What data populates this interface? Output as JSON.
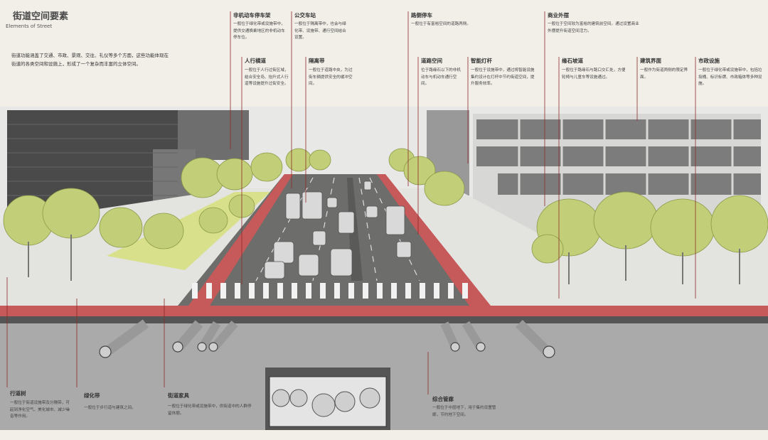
{
  "header": {
    "title_zh": "街道空间要素",
    "title_en": "Elements of Street",
    "intro": "街道功能涵盖了交通、市政、景观、交往、礼仪等多个方面，这些功能体现在街道的各类空间和设施上，形成了一个复杂而丰富的立体空间。"
  },
  "top_labels": [
    {
      "id": "bike-parking",
      "name": "非机动车停车架",
      "desc": "一般位于绿化带或设施带中，提供交通换乘地区的非机动车停车位。"
    },
    {
      "id": "bus-stop",
      "name": "公交车站",
      "desc": "一般位于隔离带中，也会与绿化带、设施带、通行空间结合设置。"
    },
    {
      "id": "roadside-parking",
      "name": "路侧停车",
      "desc": "一般位于有富裕空间的道路两侧。"
    },
    {
      "id": "commercial-extension",
      "name": "商业外摆",
      "desc": "一般位于空间较为富裕的建筑前空间。通过设置商业外摆提升街道空间活力。"
    }
  ],
  "mid_labels": [
    {
      "id": "crosswalk",
      "name": "人行横道",
      "desc": "一般位于人行过街区域，结合安全岛、抬升式人行道等设施提升过街安全。"
    },
    {
      "id": "median",
      "name": "隔离带",
      "desc": "一般位于道路中央，为过街车辆提供安全的缓冲空间。"
    },
    {
      "id": "road-space",
      "name": "道路空间",
      "desc": "位于路缘石以下的非机动车与机动车通行空间。"
    },
    {
      "id": "smart-pole",
      "name": "智能灯杆",
      "desc": "一般位于设施带中，通过将智能设施集约设计在灯杆中节约街道空间，提升服务效率。"
    },
    {
      "id": "curb-ramp",
      "name": "缘石坡道",
      "desc": "一般位于路缘石与路口交汇处，方便轮椅与儿童车等设施通过。"
    },
    {
      "id": "building-interface",
      "name": "建筑界面",
      "desc": "一般作为街道两侧的限定界面。"
    },
    {
      "id": "municipal-facilities",
      "name": "市政设施",
      "desc": "一般位于绿化带或设施带中，包括垃圾桶、标识标牌、市政箱体等多种设施。"
    }
  ],
  "bottom_labels": [
    {
      "id": "street-trees",
      "name": "行道树",
      "desc": "一般位于街道设施带及分隔带，可起到净化空气、美化城市、减少噪音等作用。"
    },
    {
      "id": "green-belt",
      "name": "绿化带",
      "desc": "一般位于步行道与建筑之间。"
    },
    {
      "id": "street-furniture",
      "name": "街道家具",
      "desc": "一般位于绿化带或设施带中，供街道中的人群停留休憩。"
    },
    {
      "id": "utility-tunnel",
      "name": "综合管廊",
      "desc": "一般位于中层地下，用于集约设置管廊，节约地下空间。"
    }
  ],
  "colors": {
    "accent": "#8c2a2a",
    "bike_lane": "#c65a5a",
    "tree": "#c3cf78",
    "underground": "#aaaaaa"
  }
}
